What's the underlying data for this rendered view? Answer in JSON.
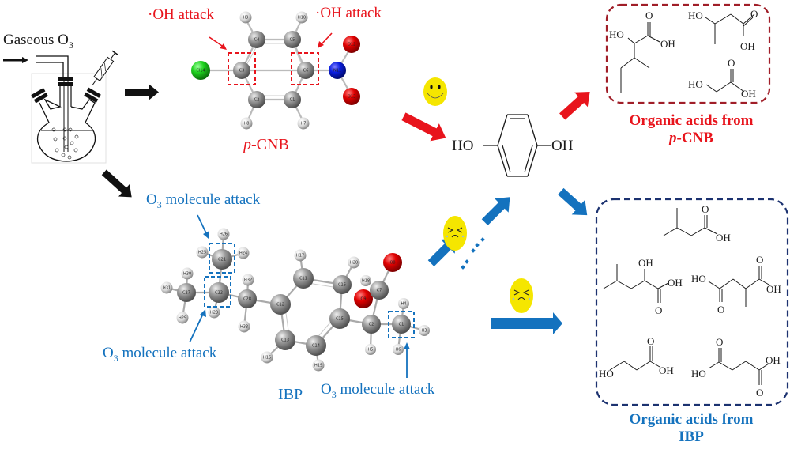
{
  "reactor": {
    "label_main": "Gaseous O",
    "label_sub": "3"
  },
  "pcnb": {
    "name_italic": "p",
    "name_rest": "-CNB",
    "attack_left": "·OH attack",
    "attack_right": "·OH attack",
    "atoms": [
      "Cl14",
      "C3",
      "C4",
      "C5",
      "C6",
      "C1",
      "C2",
      "N11",
      "O12",
      "O13",
      "H9",
      "H10",
      "H8",
      "H7"
    ]
  },
  "ibp": {
    "name": "IBP",
    "attack_label_main": "O",
    "attack_label_sub": "3",
    "attack_label_rest": " molecule attack",
    "atoms": [
      "C21",
      "C22",
      "C27",
      "C28",
      "C12",
      "C11",
      "C16",
      "C15",
      "C14",
      "C13",
      "C2",
      "C7",
      "C1",
      "O8",
      "O9",
      "H26",
      "H25",
      "H24",
      "H30",
      "H31",
      "H29",
      "H23",
      "H32",
      "H33",
      "H17",
      "H20",
      "H18",
      "H4",
      "H3",
      "H5",
      "H6",
      "H19",
      "H16"
    ]
  },
  "intermediate": {
    "left_group": "HO",
    "right_group": "OH",
    "name": "hydroquinone"
  },
  "faces": {
    "happy": "smiley-face",
    "sad": "crying-face"
  },
  "products_pcnb": {
    "title_line1": "Organic acids from",
    "title_italic": "p",
    "title_rest": "-CNB",
    "labels": {
      "ho": "HO",
      "oh": "OH",
      "o": "O"
    }
  },
  "products_ibp": {
    "title_line1": "Organic acids from",
    "title_line2": "IBP",
    "labels": {
      "ho": "HO",
      "oh": "OH",
      "o": "O"
    }
  },
  "colors": {
    "red": "#e8141c",
    "blue": "#1472be",
    "dark_red": "#a01e28",
    "navy": "#1c3270",
    "black": "#111111",
    "yellow": "#f5e600"
  }
}
